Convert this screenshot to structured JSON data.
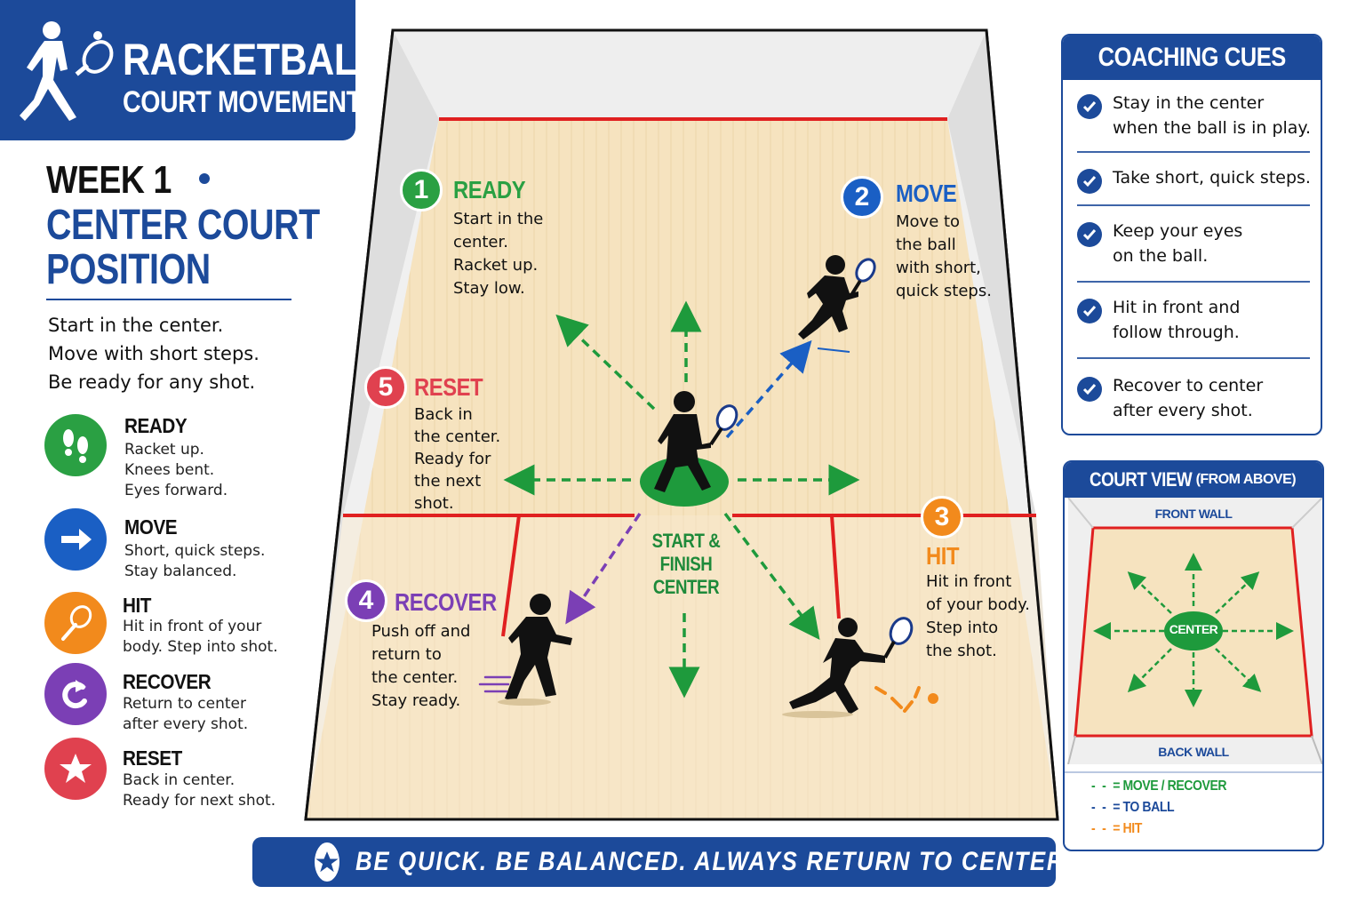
{
  "header": {
    "title": "RACKETBALL",
    "subtitle": "COURT MOVEMENT"
  },
  "week": {
    "label": "WEEK 1",
    "topic_line1": "CENTER COURT",
    "topic_line2": "POSITION"
  },
  "intro": [
    "Start in the center.",
    "Move with short steps.",
    "Be ready for any shot."
  ],
  "legend": [
    {
      "title": "READY",
      "lines": [
        "Racket up.",
        "Knees bent.",
        "Eyes forward."
      ],
      "color": "#2aa043",
      "icon": "footprints-icon"
    },
    {
      "title": "MOVE",
      "lines": [
        "Short, quick steps.",
        "Stay balanced."
      ],
      "color": "#1a5fc4",
      "icon": "arrow-right-icon"
    },
    {
      "title": "HIT",
      "lines": [
        "Hit in front of your",
        "body. Step into shot."
      ],
      "color": "#f28a1c",
      "icon": "racket-icon"
    },
    {
      "title": "RECOVER",
      "lines": [
        "Return to center",
        "after every shot."
      ],
      "color": "#7b3fb5",
      "icon": "return-arrow-icon"
    },
    {
      "title": "RESET",
      "lines": [
        "Back in center.",
        "Ready for next shot."
      ],
      "color": "#e0414f",
      "icon": "star-icon"
    }
  ],
  "steps": [
    {
      "num": "1",
      "title": "READY",
      "lines": [
        "Start in the",
        "center.",
        "Racket up.",
        "Stay low."
      ],
      "color": "#2aa043"
    },
    {
      "num": "2",
      "title": "MOVE",
      "lines": [
        "Move to",
        "the ball",
        "with short,",
        "quick steps."
      ],
      "color": "#1a5fc4"
    },
    {
      "num": "3",
      "title": "HIT",
      "lines": [
        "Hit in front",
        "of your body.",
        "Step into",
        "the shot."
      ],
      "color": "#f28a1c"
    },
    {
      "num": "4",
      "title": "RECOVER",
      "lines": [
        "Push off and",
        "return to",
        "the center.",
        "Stay ready."
      ],
      "color": "#7b3fb5"
    },
    {
      "num": "5",
      "title": "RESET",
      "lines": [
        "Back in",
        "the center.",
        "Ready for",
        "the next",
        "shot."
      ],
      "color": "#e0414f"
    }
  ],
  "center_label": [
    "START &",
    "FINISH",
    "CENTER"
  ],
  "cues": {
    "title": "COACHING CUES",
    "items": [
      [
        "Stay in the center",
        "when the ball is in play."
      ],
      [
        "Take short, quick steps."
      ],
      [
        "Keep your eyes",
        "on the ball."
      ],
      [
        "Hit in front and",
        "follow through."
      ],
      [
        "Recover to center",
        "after every shot."
      ]
    ]
  },
  "court_view": {
    "title": "COURT VIEW",
    "title_note": "(FROM ABOVE)",
    "front_wall": "FRONT WALL",
    "back_wall": "BACK WALL",
    "center": "CENTER",
    "key": [
      {
        "label": "= MOVE / RECOVER",
        "color": "#1e9a3c"
      },
      {
        "label": "= TO BALL",
        "color": "#1c4a9a"
      },
      {
        "label": "= HIT",
        "color": "#f28a1c"
      }
    ]
  },
  "banner": "BE QUICK.  BE  BALANCED.  ALWAYS  RETURN  TO  CENTER."
}
